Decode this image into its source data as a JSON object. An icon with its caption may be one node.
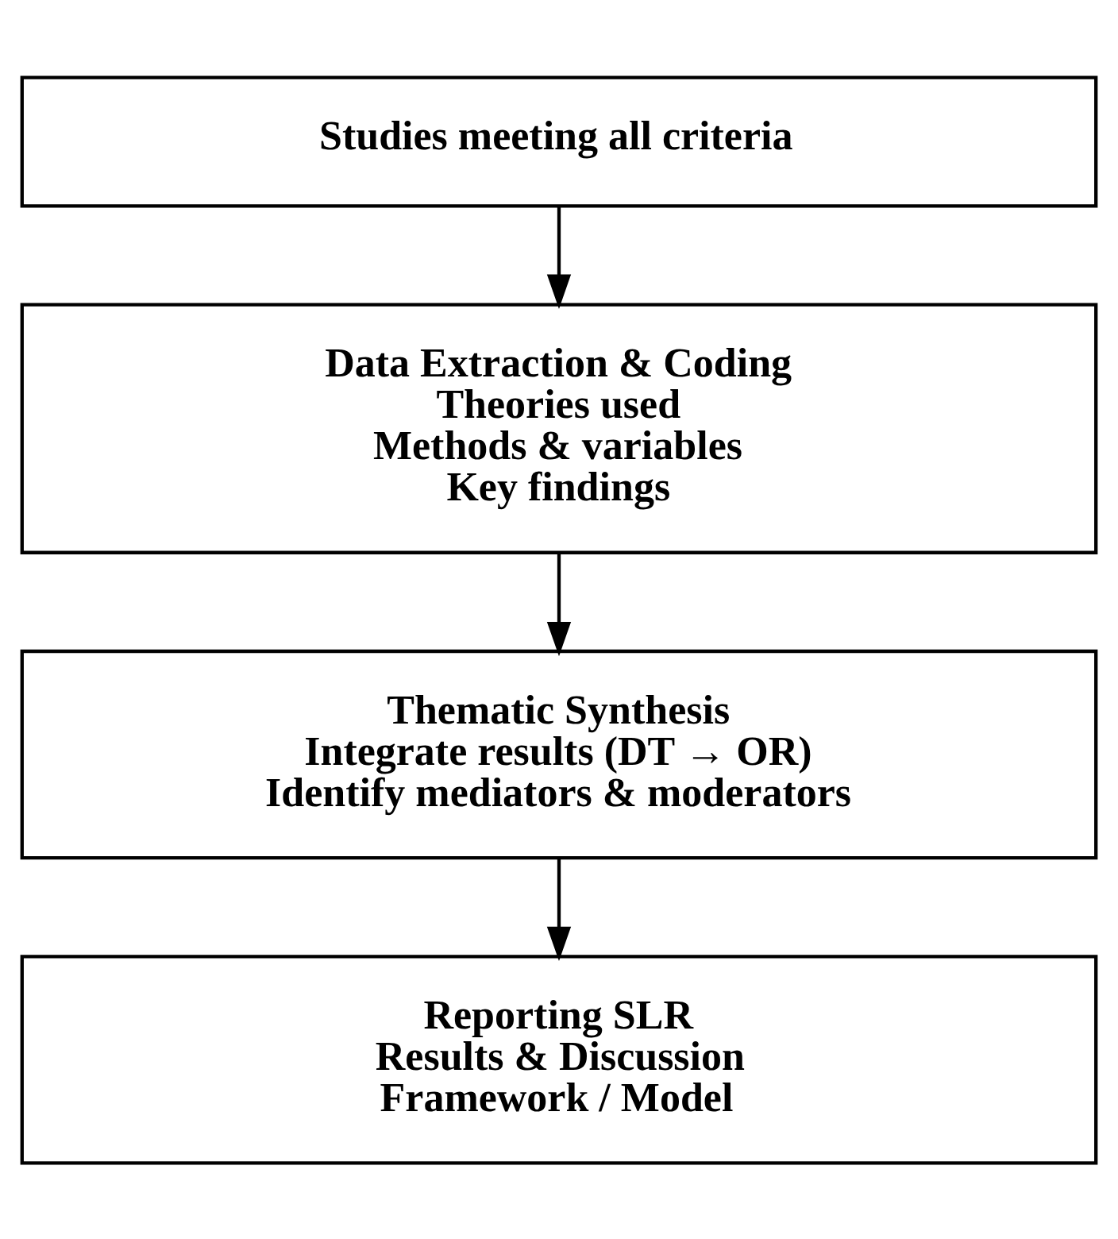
{
  "diagram": {
    "nodes": [
      {
        "text": [
          "Studies meeting all criteria"
        ]
      },
      {
        "text": [
          "Data Extraction & Coding",
          "Theories used",
          "Methods & variables",
          "Key findings"
        ]
      },
      {
        "text": [
          "Thematic Synthesis",
          "Integrate results (DT → OR)",
          "Identify mediators & moderators"
        ]
      },
      {
        "text": [
          "Reporting SLR",
          "Results & Discussion",
          "Framework / Model"
        ]
      }
    ],
    "edges": [
      {
        "from": 0,
        "to": 1,
        "arrow": "to"
      },
      {
        "from": 1,
        "to": 2,
        "arrow": "to"
      },
      {
        "from": 2,
        "to": 3,
        "arrow": "to"
      }
    ]
  }
}
